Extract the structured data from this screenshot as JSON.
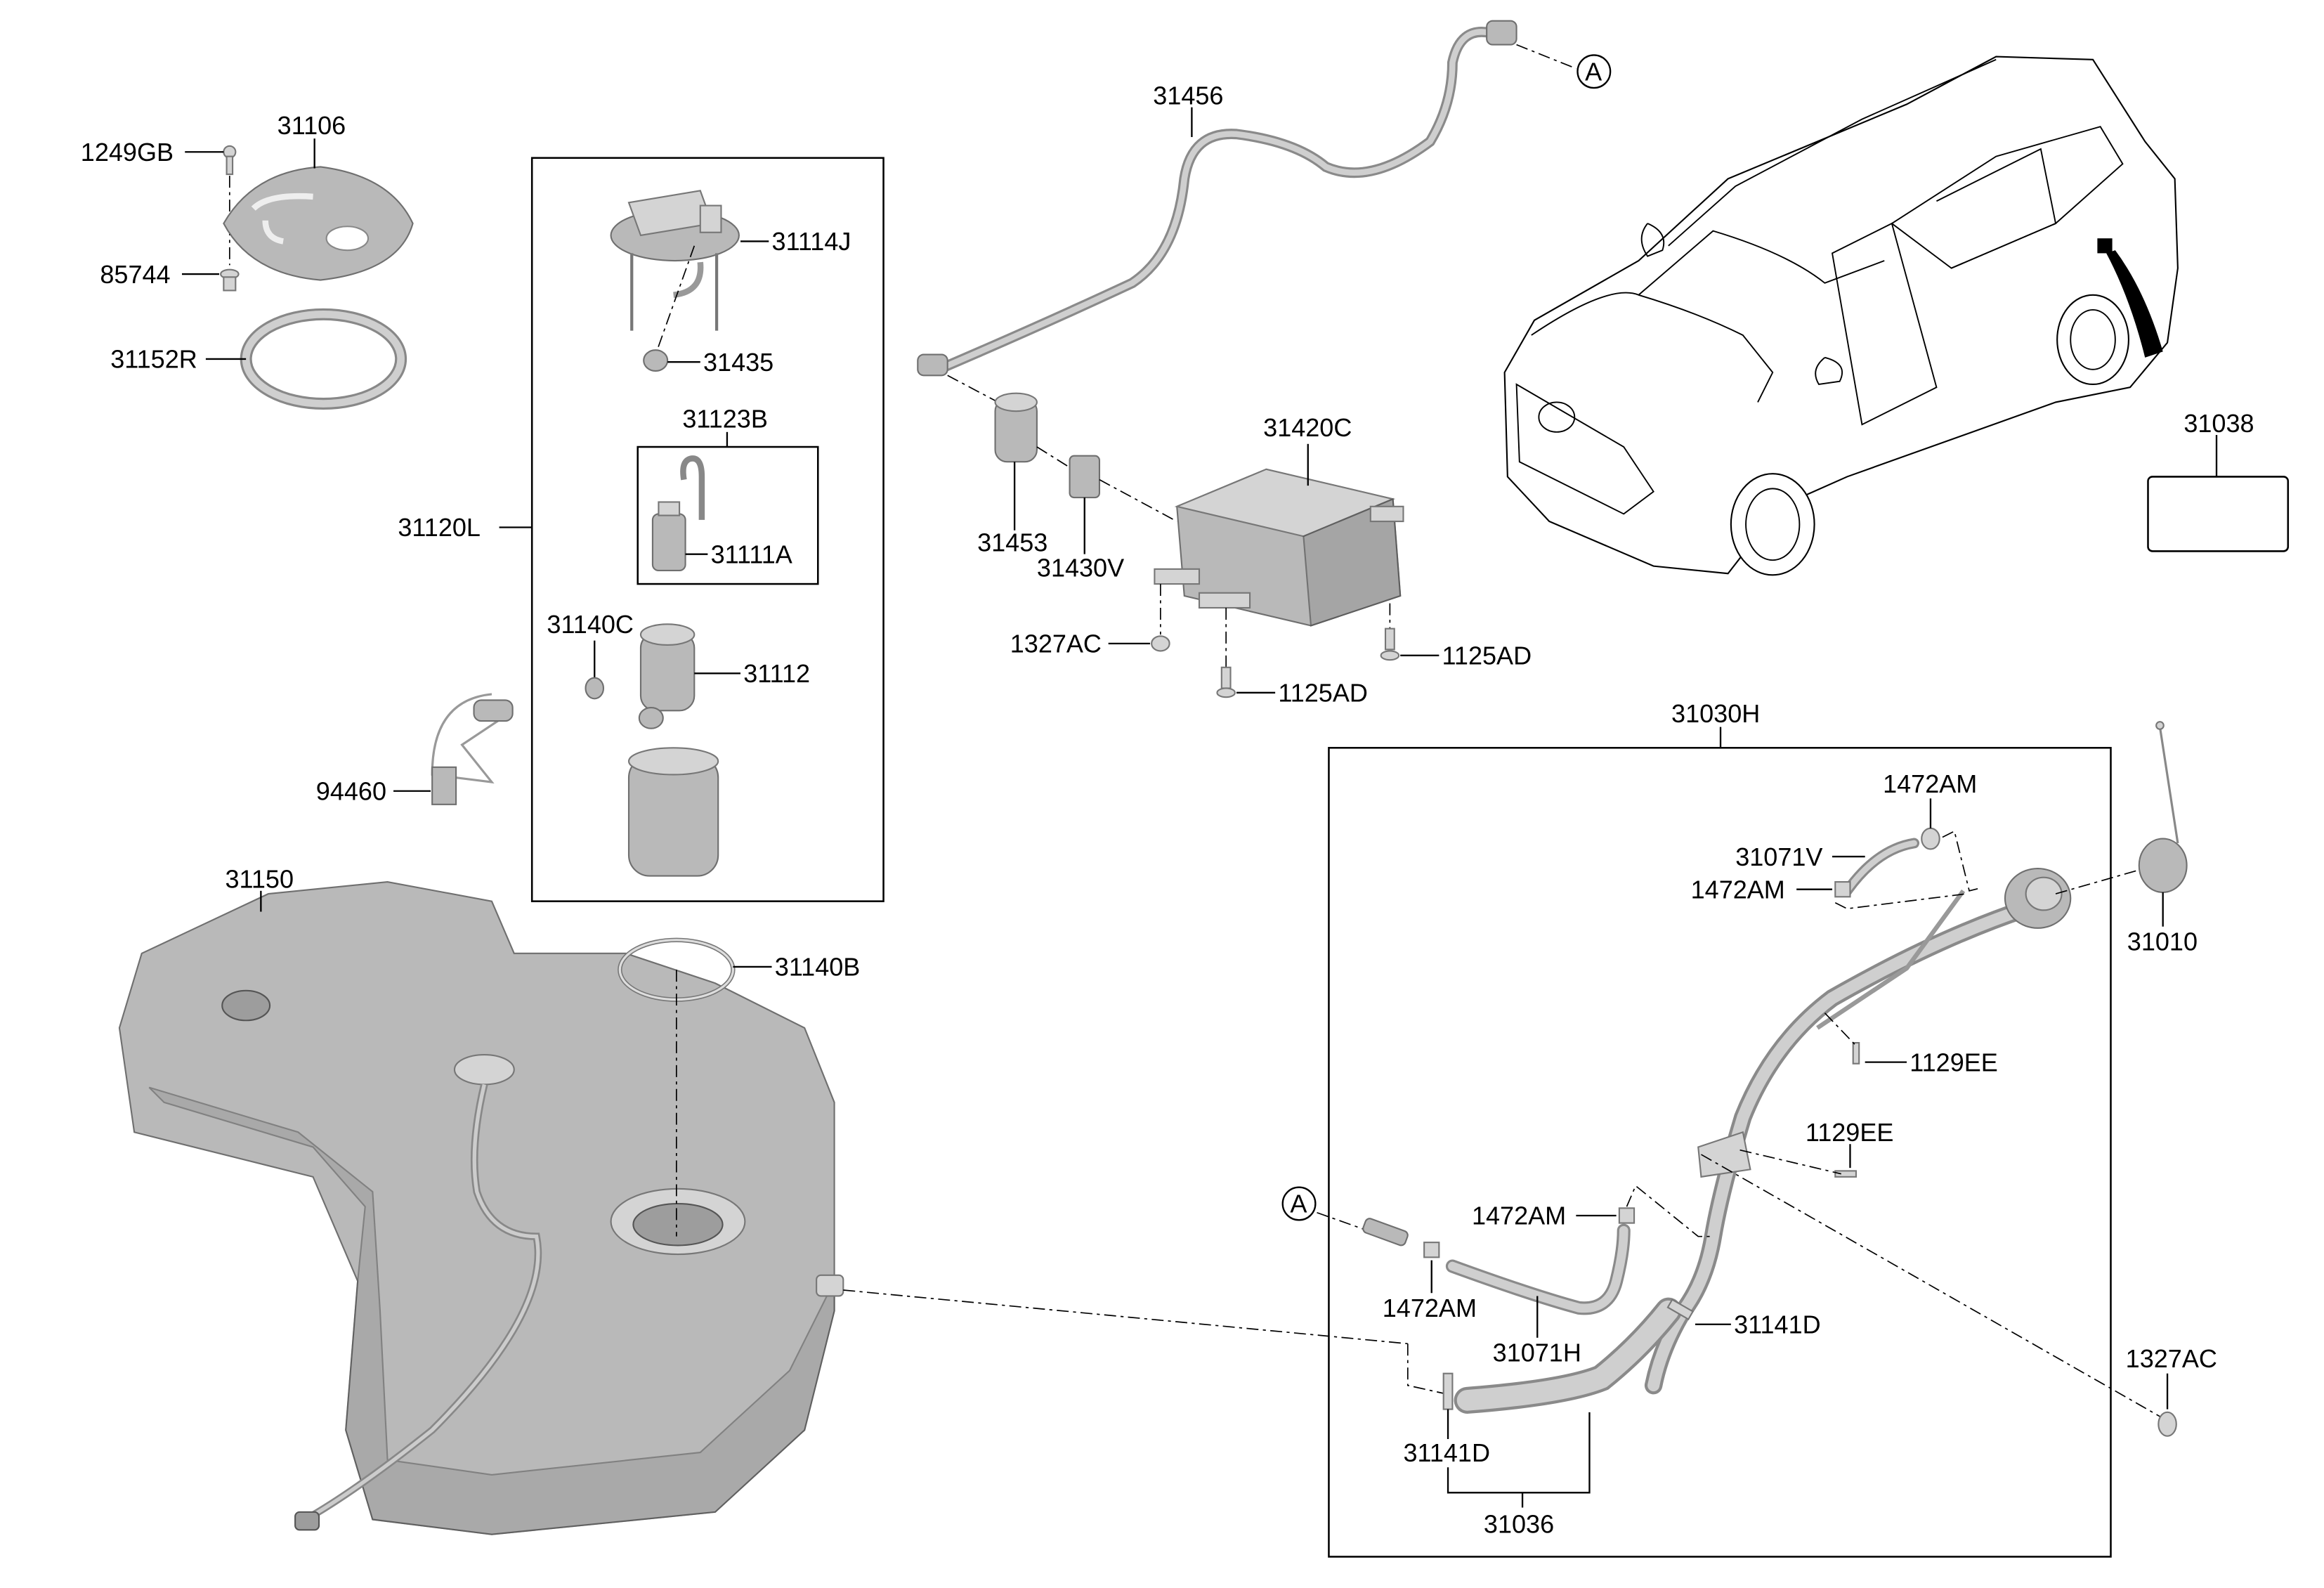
{
  "diagram": {
    "title": "Fuel System Parts Diagram",
    "reference_marker": "A",
    "labels": {
      "p1249GB": "1249GB",
      "p31106": "31106",
      "p85744": "85744",
      "p31152R": "31152R",
      "p31114J": "31114J",
      "p31435": "31435",
      "p31123B": "31123B",
      "p31111A": "31111A",
      "p31120L": "31120L",
      "p31140C": "31140C",
      "p31112": "31112",
      "p94460": "94460",
      "p31150": "31150",
      "p31140B": "31140B",
      "p31456": "31456",
      "p31453": "31453",
      "p31430V": "31430V",
      "p31420C": "31420C",
      "p1327AC_canister": "1327AC",
      "p1125AD_a": "1125AD",
      "p1125AD_b": "1125AD",
      "p31038": "31038",
      "p31030H": "31030H",
      "p1472AM_top": "1472AM",
      "p31071V": "31071V",
      "p1472AM_mid": "1472AM",
      "p31010": "31010",
      "p1129EE_a": "1129EE",
      "p1129EE_b": "1129EE",
      "p1472AM_low": "1472AM",
      "p1472AM_bottom": "1472AM",
      "p31071H": "31071H",
      "p31141D_right": "31141D",
      "p31141D_left": "31141D",
      "p31036": "31036",
      "p1327AC_filler": "1327AC"
    }
  }
}
